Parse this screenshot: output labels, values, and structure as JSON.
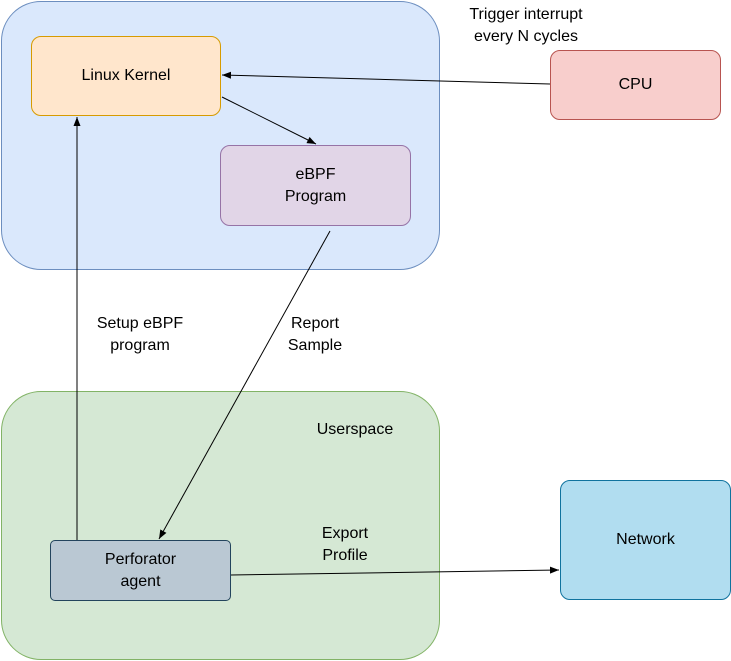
{
  "diagram": {
    "regions": {
      "kernel_space": {
        "fill": "#dae8fc",
        "stroke": "#6c8ebf"
      },
      "userspace": {
        "label": "Userspace",
        "fill": "#d5e8d4",
        "stroke": "#82b366"
      }
    },
    "nodes": {
      "linux_kernel": {
        "label": "Linux Kernel",
        "fill": "#ffe6cc",
        "stroke": "#d79b00"
      },
      "ebpf_program": {
        "label": "eBPF\nProgram",
        "fill": "#e1d5e7",
        "stroke": "#9673a6"
      },
      "cpu": {
        "label": "CPU",
        "fill": "#f8cecc",
        "stroke": "#b85450"
      },
      "perforator_agent": {
        "label": "Perforator\nagent",
        "fill": "#bac8d3",
        "stroke": "#23445d"
      },
      "network": {
        "label": "Network",
        "fill": "#b1ddf0",
        "stroke": "#10739e"
      }
    },
    "edges": [
      {
        "from": "cpu",
        "to": "linux_kernel",
        "label": "Trigger interrupt\nevery N cycles"
      },
      {
        "from": "linux_kernel",
        "to": "ebpf_program",
        "label": ""
      },
      {
        "from": "ebpf_program",
        "to": "perforator_agent",
        "label": "Report\nSample"
      },
      {
        "from": "perforator_agent",
        "to": "linux_kernel",
        "label": "Setup eBPF\nprogram"
      },
      {
        "from": "perforator_agent",
        "to": "network",
        "label": "Export\nProfile"
      }
    ]
  }
}
